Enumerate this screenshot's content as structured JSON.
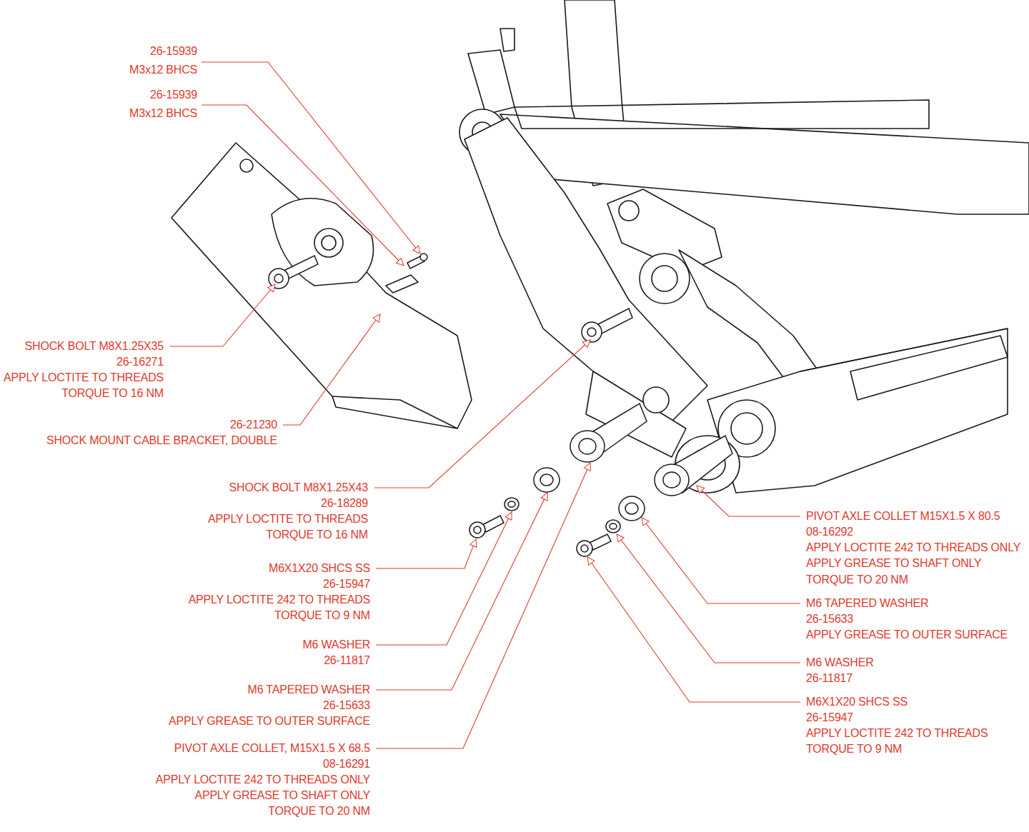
{
  "diagram": {
    "labels": [
      "26-15939",
      "M3x12 BHCS",
      "26-15939",
      "M3x12 BHCS",
      "SHOCK BOLT M8X1.25X35",
      "26-16271",
      "APPLY LOCTITE TO THREADS",
      "TORQUE TO 16 NM",
      "26-21230",
      "SHOCK MOUNT CABLE BRACKET, DOUBLE",
      "SHOCK BOLT M8X1.25X43",
      "26-18289",
      "APPLY LOCTITE TO THREADS",
      "TORQUE TO 16 NM",
      "M6X1X20 SHCS SS",
      "26-15947",
      "APPLY LOCTITE 242 TO THREADS",
      "TORQUE TO 9 NM",
      "M6 WASHER",
      "26-11817",
      "M6 TAPERED WASHER",
      "26-15633",
      "APPLY GREASE TO OUTER SURFACE",
      "PIVOT AXLE COLLET, M15X1.5 X 68.5",
      "08-16291",
      "APPLY LOCTITE 242 TO THREADS ONLY",
      "APPLY GREASE TO SHAFT ONLY",
      "TORQUE TO 20 NM",
      "PIVOT AXLE COLLET M15X1.5 X 80.5",
      "08-16292",
      "APPLY LOCTITE 242 TO THREADS ONLY",
      "APPLY GREASE TO SHAFT ONLY",
      "TORQUE TO 20 NM",
      "M6 TAPERED WASHER",
      "26-15633",
      "APPLY GREASE TO OUTER SURFACE",
      "M6 WASHER",
      "26-11817",
      "M6X1X20 SHCS SS",
      "26-15947",
      "APPLY LOCTITE 242 TO THREADS",
      "TORQUE TO 9 NM"
    ]
  }
}
